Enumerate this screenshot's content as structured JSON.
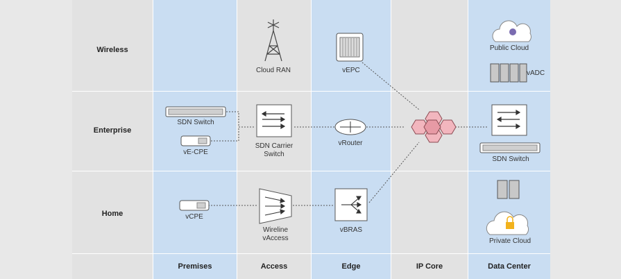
{
  "rows": [
    "Wireless",
    "Enterprise",
    "Home"
  ],
  "columns": [
    "Premises",
    "Access",
    "Edge",
    "IP Core",
    "Data Center"
  ],
  "nodes": {
    "cloud_ran": "Cloud RAN",
    "vepc": "vEPC",
    "public_cloud": "Public Cloud",
    "vadc": "vADC",
    "sdn_switch_premises": "SDN Switch",
    "ve_cpe": "vE-CPE",
    "sdn_carrier_switch_line1": "SDN Carrier",
    "sdn_carrier_switch_line2": "Switch",
    "vrouter": "vRouter",
    "sdn_switch_dc": "SDN Switch",
    "vcpe": "vCPE",
    "wireline_vaccess_line1": "Wireline",
    "wireline_vaccess_line2": "vAccess",
    "vbras": "vBRAS",
    "private_cloud": "Private Cloud"
  },
  "colors": {
    "gray_band": "#e2e2e2",
    "blue_band": "#c9ddf2",
    "hex_fill": "#f2b6be",
    "hex_stroke": "#8a4a52",
    "link": "#555555"
  }
}
